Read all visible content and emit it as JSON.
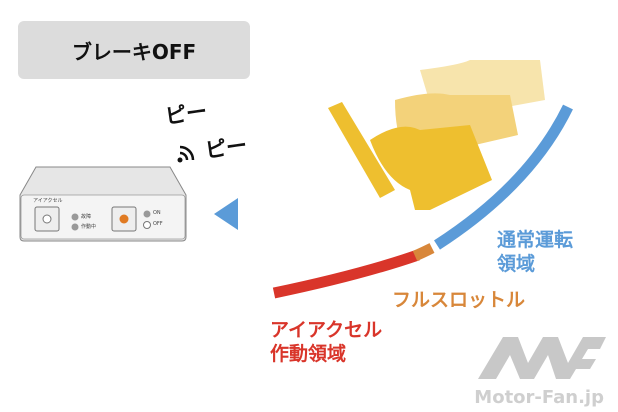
{
  "title": "ブレーキOFF",
  "beep1": "ピー",
  "beep2": "ピー",
  "device": {
    "name": "アイアクセル",
    "led1": "故障",
    "led2": "作動中",
    "on": "ON",
    "off": "OFF"
  },
  "zones": {
    "normal": "通常運転",
    "normal2": "領域",
    "full": "フルスロットル",
    "assist": "アイアクセル",
    "assist2": "作動領域"
  },
  "watermark": "Motor-Fan.jp",
  "colors": {
    "red": "#d9352a",
    "orange": "#d8873a",
    "blue": "#5b9bd8",
    "yellow": "#f0c23a",
    "gray": "#dcdcdc"
  }
}
